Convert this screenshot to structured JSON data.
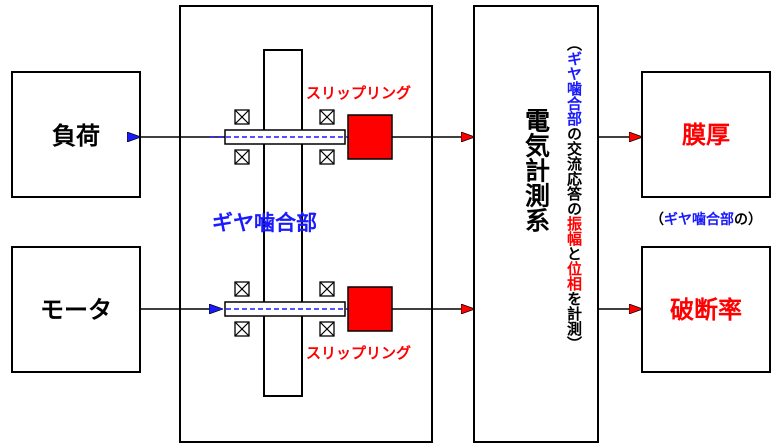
{
  "colors": {
    "red": "#ff0000",
    "blue": "#1a1aff",
    "black": "#000000",
    "box_red": "#ff0000"
  },
  "labels": {
    "load": "負荷",
    "motor": "モータ",
    "gear_mesh": "ギヤ噛合部",
    "slip_ring_top": "スリップリング",
    "slip_ring_bottom": "スリップリング",
    "electrical_measurement": "電気計測系",
    "sub_open": "（",
    "sub_gear": "ギヤ噛合部",
    "sub_mid1": "の交流応答の",
    "sub_amp": "振幅",
    "sub_to": "と",
    "sub_phase": "位相",
    "sub_end": "を計測）",
    "film_thickness": "膜厚",
    "gear_note_open": "（",
    "gear_note_gear": "ギヤ噛合部",
    "gear_note_end": "の）",
    "fracture_rate": "破断率"
  }
}
